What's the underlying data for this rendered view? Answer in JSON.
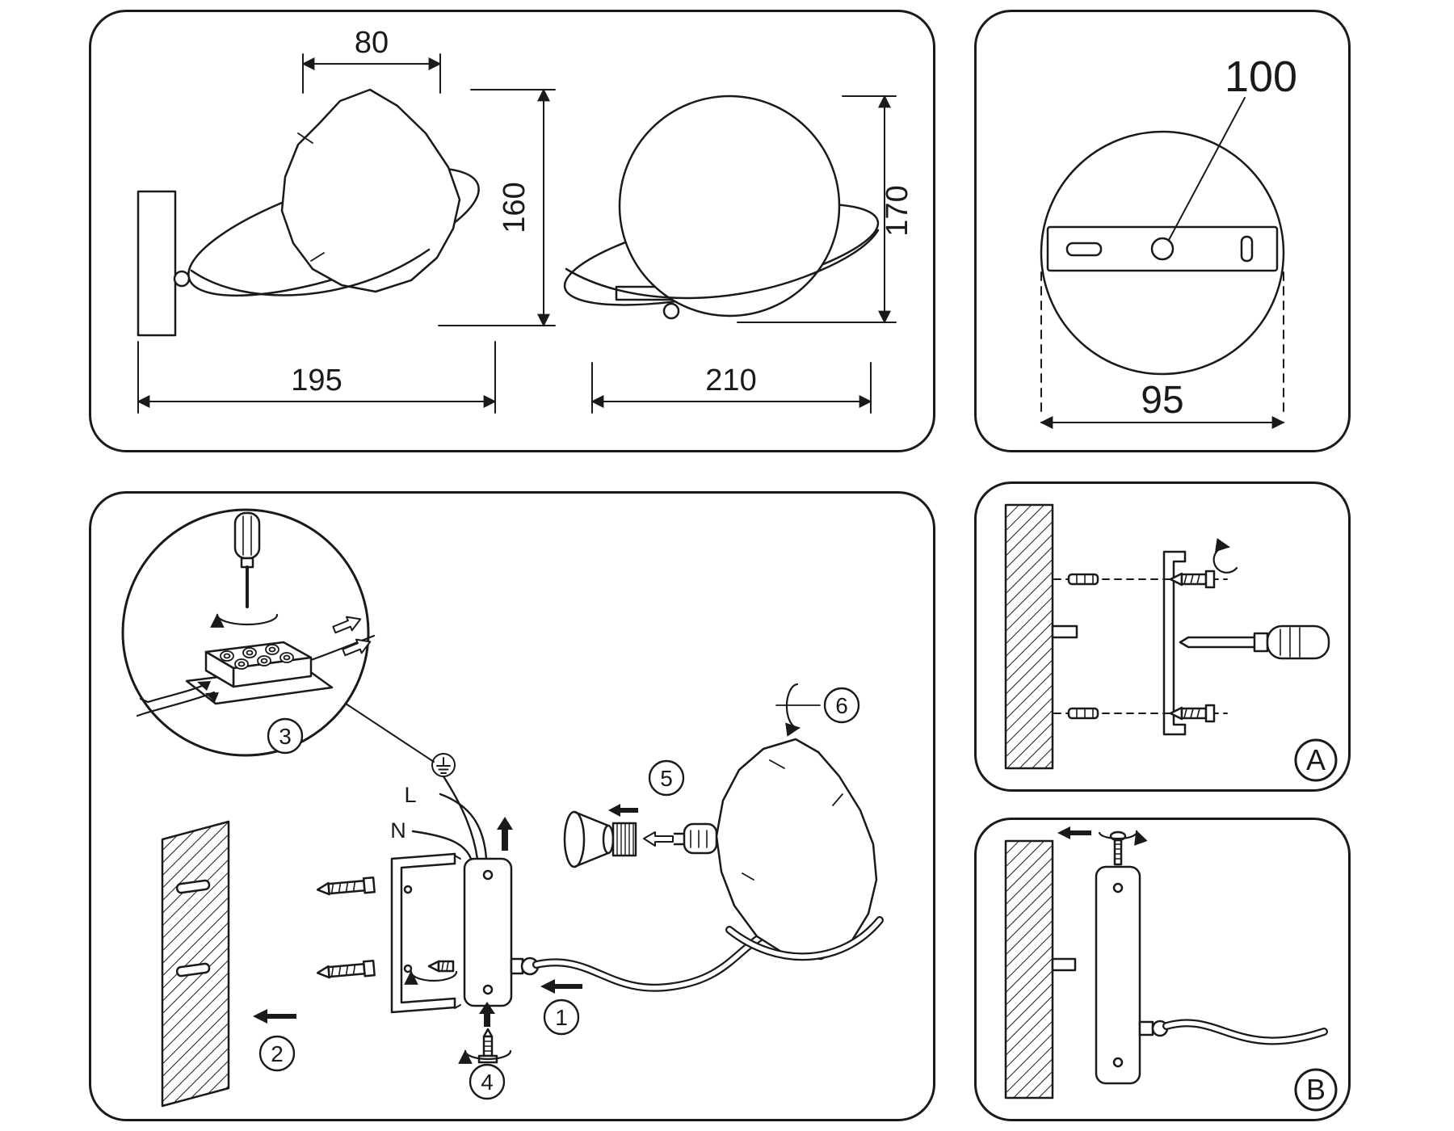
{
  "dimensions": {
    "side": {
      "top_width": "80",
      "height": "160",
      "base_width": "195"
    },
    "front": {
      "width": "210",
      "height": "170"
    }
  },
  "plate": {
    "hole_label": "100",
    "width_label": "95"
  },
  "install": {
    "steps": {
      "1": "1",
      "2": "2",
      "3": "3",
      "4": "4",
      "5": "5",
      "6": "6"
    },
    "wire_live": "L",
    "wire_neutral": "N"
  },
  "details": {
    "a": "A",
    "b": "B"
  }
}
